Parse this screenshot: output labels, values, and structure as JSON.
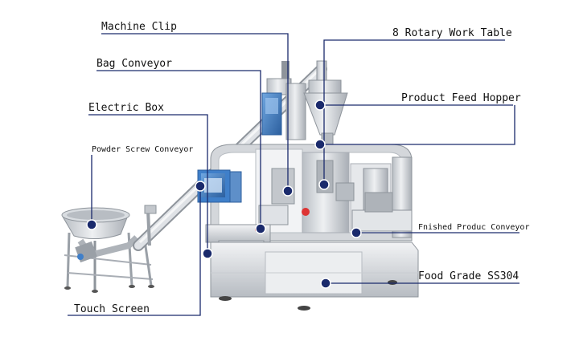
{
  "diagram": {
    "callouts": [
      {
        "id": "machine-clip",
        "label": "Machine Clip"
      },
      {
        "id": "rotary-work-table",
        "label": "8 Rotary Work Table"
      },
      {
        "id": "bag-conveyor",
        "label": "Bag Conveyor"
      },
      {
        "id": "product-feed-hopper",
        "label": "Product Feed Hopper"
      },
      {
        "id": "electric-box",
        "label": "Electric Box"
      },
      {
        "id": "powder-screw-conveyor",
        "label": "Powder Screw Conveyor"
      },
      {
        "id": "finished-product-conveyor",
        "label": "Fnished Produc Conveyor"
      },
      {
        "id": "food-grade-ss304",
        "label": "Food Grade SS304"
      },
      {
        "id": "touch-screen",
        "label": "Touch Screen"
      }
    ],
    "colors": {
      "leader": "#1a2a6c",
      "steel_light": "#e6e8eb",
      "steel_mid": "#c3c7cc",
      "steel_dark": "#8e949b",
      "panel_blue": "#3f7fc9"
    }
  }
}
